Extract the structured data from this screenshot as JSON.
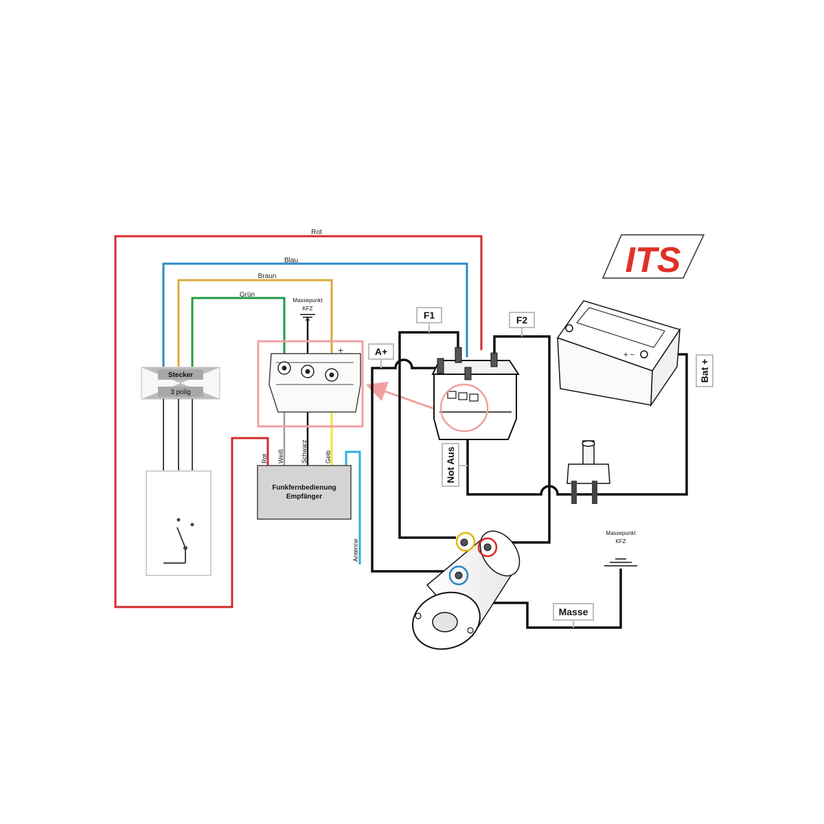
{
  "logo": {
    "text": "ITS",
    "color": "#e03127"
  },
  "colors": {
    "red": "#d42a2a",
    "blue": "#2a86c8",
    "brown": "#d9a93a",
    "green": "#1f9a46",
    "yellow": "#f2e23a",
    "cable": "#111111",
    "highlight": "#f0a0a0",
    "box_border": "#bdbdbd"
  },
  "wires": {
    "rot": "Rot",
    "blau": "Blau",
    "braun": "Braun",
    "gruen": "Grün"
  },
  "plug": {
    "line1": "Stecker",
    "line2": "3 polig"
  },
  "ground_top": {
    "line1": "Massepunkt",
    "line2": "KFZ"
  },
  "ground_right": {
    "line1": "Massepunkt",
    "line2": "KFZ"
  },
  "receiver": {
    "line1": "Funkfernbedienung",
    "line2": "Empfänger",
    "pins": [
      "Rot",
      "Weiß",
      "Schwarz",
      "Gelb"
    ],
    "antenna": "Antenne"
  },
  "terminals": {
    "f1": "F1",
    "f2": "F2",
    "a_plus": "A+",
    "bat_plus": "Bat +",
    "not_aus": "Not Aus",
    "masse": "Masse"
  },
  "battery": {
    "symbols": "+ −"
  }
}
